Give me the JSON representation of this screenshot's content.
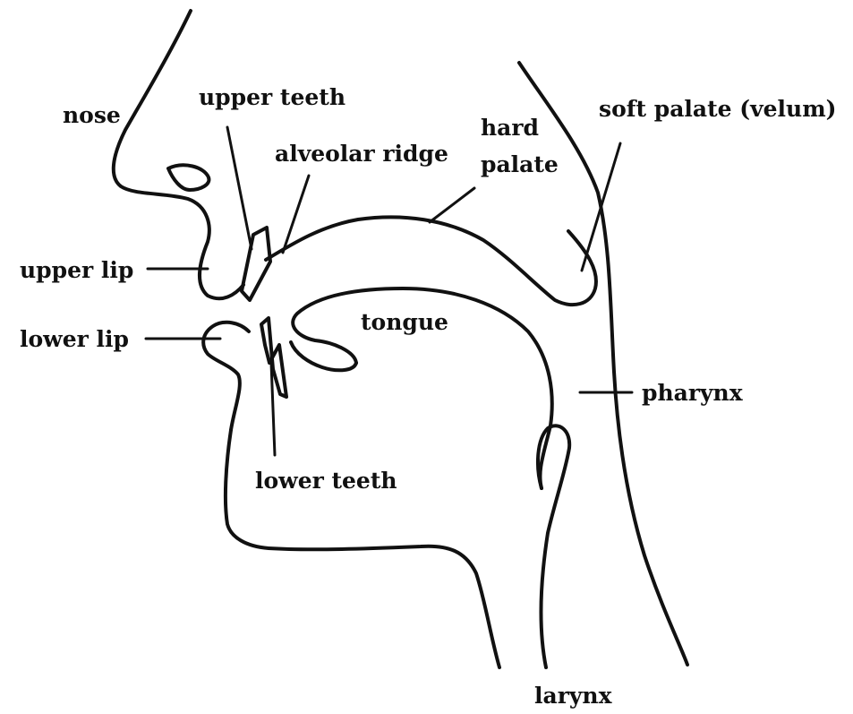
{
  "labels": {
    "nose": "nose",
    "upper_teeth": "upper teeth",
    "alveolar_ridge": "alveolar ridge",
    "hard_palate_line1": "hard",
    "hard_palate_line2": "palate",
    "soft_palate": "soft palate (velum)",
    "upper_lip": "upper lip",
    "lower_lip": "lower lip",
    "tongue": "tongue",
    "pharynx": "pharynx",
    "lower_teeth": "lower teeth",
    "larynx": "larynx"
  }
}
